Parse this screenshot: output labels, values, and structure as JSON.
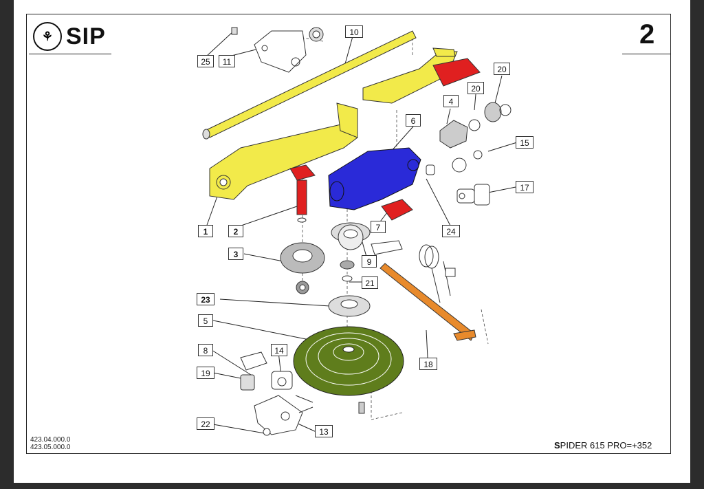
{
  "header": {
    "brand": "SIP",
    "logo_icon": "sip-logo-icon",
    "page_number": "2"
  },
  "footer": {
    "codes": [
      "423.04.000.0",
      "423.05.000.0"
    ],
    "model_prefix": "S",
    "model_rest": "PIDER 615 PRO=+352"
  },
  "colors": {
    "yellow": "#f2ea4a",
    "blue": "#2a2ad8",
    "red": "#e02020",
    "orange": "#e88a2c",
    "green": "#5f7d1c"
  },
  "part_labels": [
    {
      "id": "1"
    },
    {
      "id": "2"
    },
    {
      "id": "3"
    },
    {
      "id": "4"
    },
    {
      "id": "5"
    },
    {
      "id": "6"
    },
    {
      "id": "7"
    },
    {
      "id": "8"
    },
    {
      "id": "9"
    },
    {
      "id": "10"
    },
    {
      "id": "11"
    },
    {
      "id": "13"
    },
    {
      "id": "14"
    },
    {
      "id": "15"
    },
    {
      "id": "17"
    },
    {
      "id": "18"
    },
    {
      "id": "19"
    },
    {
      "id": "20a"
    },
    {
      "id": "20b"
    },
    {
      "id": "21"
    },
    {
      "id": "22"
    },
    {
      "id": "23"
    },
    {
      "id": "24"
    },
    {
      "id": "25"
    }
  ],
  "labels": {
    "l1": "1",
    "l2": "2",
    "l3": "3",
    "l4": "4",
    "l5": "5",
    "l6": "6",
    "l7": "7",
    "l8": "8",
    "l9": "9",
    "l10": "10",
    "l11": "11",
    "l13": "13",
    "l14": "14",
    "l15": "15",
    "l17": "17",
    "l18": "18",
    "l19": "19",
    "l20a": "20",
    "l20b": "20",
    "l21": "21",
    "l22": "22",
    "l23": "23",
    "l24": "24",
    "l25": "25"
  }
}
